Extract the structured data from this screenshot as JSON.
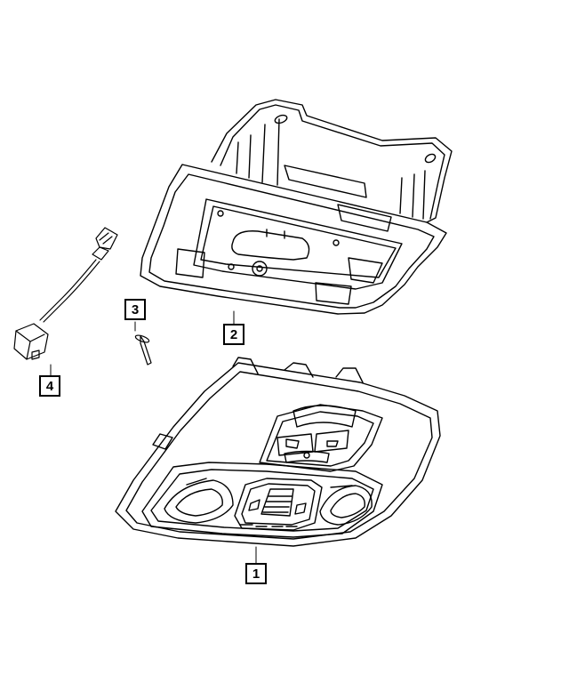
{
  "diagram": {
    "callouts": [
      {
        "id": "1",
        "label": "1",
        "part": "overhead-console"
      },
      {
        "id": "2",
        "label": "2",
        "part": "console-bracket"
      },
      {
        "id": "3",
        "label": "3",
        "part": "push-pin-fastener"
      },
      {
        "id": "4",
        "label": "4",
        "part": "wiring-harness"
      }
    ],
    "line_color": "#000000",
    "background": "#ffffff"
  }
}
